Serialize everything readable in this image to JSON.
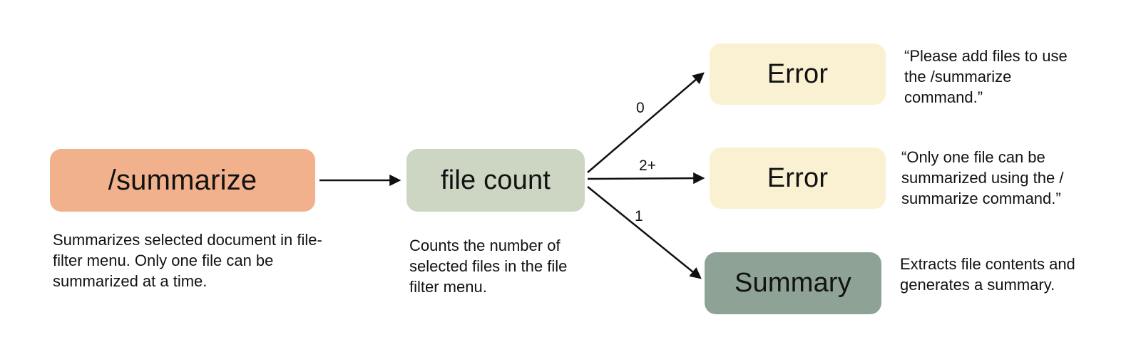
{
  "diagram": {
    "nodes": {
      "summarize": {
        "label": "/summarize",
        "caption": "Summarizes selected document in file-filter menu. Only one file can be summarized at a time."
      },
      "file_count": {
        "label": "file count",
        "caption": "Counts the number of selected files in the file filter menu."
      },
      "error_zero": {
        "label": "Error",
        "note": "“Please add files to use the /summarize command.”"
      },
      "error_many": {
        "label": "Error",
        "note": "“Only one file can be summarized using the / summarize command.”"
      },
      "summary": {
        "label": "Summary",
        "note": "Extracts file contents and generates a summary."
      }
    },
    "edge_labels": {
      "zero": "0",
      "many": "2+",
      "one": "1"
    },
    "colors": {
      "summarize_bg": "#F1B18D",
      "file_count_bg": "#CDD5C3",
      "error_bg": "#FAF1D3",
      "summary_bg": "#8EA296",
      "arrow": "#111111",
      "text": "#121212",
      "background": "#FFFFFF"
    }
  }
}
